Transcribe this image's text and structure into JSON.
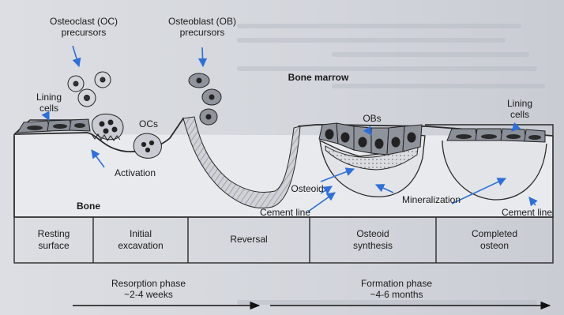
{
  "labels": {
    "oc_precursors": "Osteoclast (OC)\nprecursors",
    "ob_precursors": "Osteoblast (OB)\nprecursors",
    "lining_cells_left": "Lining\ncells",
    "lining_cells_right": "Lining\ncells",
    "ocs": "OCs",
    "obs": "OBs",
    "bone_marrow": "Bone marrow",
    "activation": "Activation",
    "bone": "Bone",
    "osteoid": "Osteoid",
    "cement_line_center": "Cement line",
    "mineralization": "Mineralization",
    "cement_line_right": "Cement line"
  },
  "stages": [
    {
      "label": "Resting\nsurface"
    },
    {
      "label": "Initial\nexcavation"
    },
    {
      "label": "Reversal"
    },
    {
      "label": "Osteoid\nsynthesis"
    },
    {
      "label": "Completed\nosteon"
    }
  ],
  "phases": {
    "resorption": "Resorption phase\n~2-4 weeks",
    "formation": "Formation phase\n~4-6 months"
  },
  "colors": {
    "arrow": "#2f6fd6",
    "ink": "#2a2a2a",
    "bone": "#e9eaed",
    "cell": "#7e838c"
  }
}
